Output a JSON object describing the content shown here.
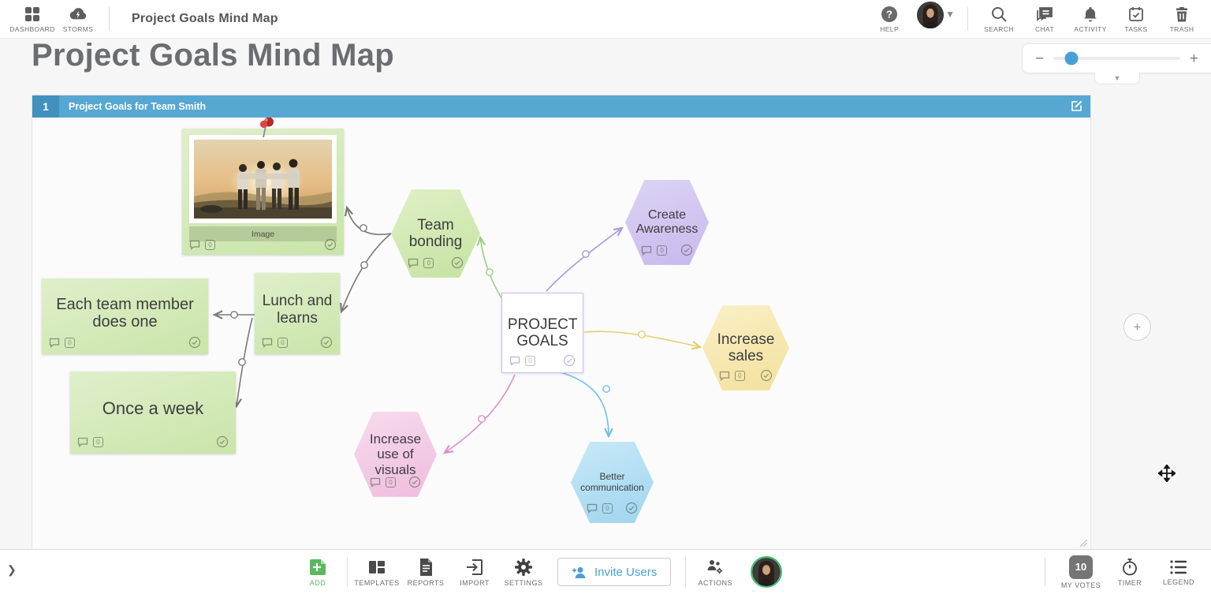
{
  "topbar": {
    "dashboard": "DASHBOARD",
    "storms": "STORMS",
    "title": "Project Goals Mind Map",
    "help": "HELP",
    "search": "SEARCH",
    "chat": "CHAT",
    "activity": "ACTIVITY",
    "tasks": "TASKS",
    "trash": "TRASH"
  },
  "page": {
    "title": "Project Goals Mind Map"
  },
  "storm": {
    "index": "1",
    "name": "Project Goals for Team Smith"
  },
  "nodes": {
    "image": {
      "label": "Image",
      "votes": "0",
      "color": "green"
    },
    "team_bonding": {
      "label": "Team bonding",
      "votes": "0",
      "color": "green"
    },
    "create_awareness": {
      "label": "Create Awareness",
      "votes": "0",
      "color": "purple"
    },
    "project_goals": {
      "label": "PROJECT GOALS",
      "votes": "0",
      "color": "white"
    },
    "lunch_and_learns": {
      "label": "Lunch and learns",
      "votes": "0",
      "color": "green"
    },
    "each_team_member": {
      "label": "Each team member does one",
      "votes": "0",
      "color": "green"
    },
    "once_a_week": {
      "label": "Once a week",
      "votes": "0",
      "color": "green"
    },
    "increase_visuals": {
      "label": "Increase use of visuals",
      "votes": "0",
      "color": "pink"
    },
    "increase_sales": {
      "label": "Increase sales",
      "votes": "0",
      "color": "yellow"
    },
    "better_communication": {
      "label": "Better communication",
      "votes": "0",
      "color": "blue"
    }
  },
  "edges": [
    {
      "from": "team_bonding",
      "to": "image",
      "color": "#7b7b7b"
    },
    {
      "from": "team_bonding",
      "to": "lunch_and_learns",
      "color": "#7b7b7b"
    },
    {
      "from": "lunch_and_learns",
      "to": "each_team_member",
      "color": "#7b7b7b"
    },
    {
      "from": "lunch_and_learns",
      "to": "once_a_week",
      "color": "#7b7b7b"
    },
    {
      "from": "project_goals",
      "to": "team_bonding",
      "color": "#9ccf7e"
    },
    {
      "from": "project_goals",
      "to": "create_awareness",
      "color": "#ab97de"
    },
    {
      "from": "project_goals",
      "to": "increase_sales",
      "color": "#e3cf6e"
    },
    {
      "from": "project_goals",
      "to": "better_communication",
      "color": "#6cc0e8"
    },
    {
      "from": "project_goals",
      "to": "increase_visuals",
      "color": "#df8fc5"
    }
  ],
  "toolbar": {
    "add": "ADD",
    "templates": "TEMPLATES",
    "reports": "REPORTS",
    "import": "IMPORT",
    "settings": "SETTINGS",
    "invite": "Invite Users",
    "actions": "ACTIONS",
    "my_votes_count": "10",
    "my_votes": "MY VOTES",
    "timer": "TIMER",
    "legend": "LEGEND"
  },
  "colors": {
    "accent_blue": "#57a7d3",
    "add_green": "#5cb85f",
    "invite_blue": "#4aa0d5",
    "slider_blue": "#4aa0d6"
  }
}
